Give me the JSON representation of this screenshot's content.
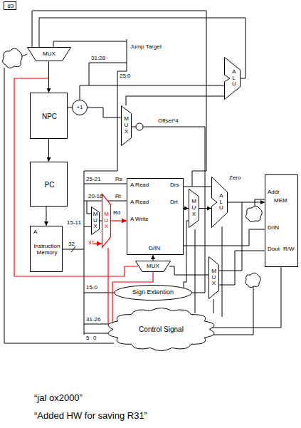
{
  "diagram": {
    "nodes": [
      {
        "text": [
          "83"
        ]
      },
      {
        "text": [
          "MUX"
        ]
      },
      {
        "text": [
          "A L U"
        ]
      },
      {
        "text": [
          "NPC"
        ]
      },
      {
        "text": [
          "+1"
        ]
      },
      {
        "text": [
          "M U X"
        ]
      },
      {
        "text": [
          "PC"
        ]
      },
      {
        "text": [
          "A Read",
          "Drs",
          "A Read",
          "Drt",
          "A Write",
          "D/IN"
        ]
      },
      {
        "text": [
          "M U X"
        ]
      },
      {
        "text": [
          "A L U"
        ]
      },
      {
        "text": [
          "Addr",
          "MEM",
          "D/IN",
          "Dout",
          "R/W"
        ]
      },
      {
        "text": [
          "M U X"
        ]
      },
      {
        "text": [
          "M U X"
        ]
      },
      {
        "text": [
          "A",
          "Instruction Memory"
        ]
      },
      {
        "text": [
          "MUX"
        ]
      },
      {
        "text": [
          "M U X"
        ]
      },
      {
        "text": [
          "Sign Extention"
        ]
      },
      {
        "text": [
          "Control Signal"
        ]
      }
    ],
    "edges": [
      {
        "from": 1,
        "to": 3,
        "arrow": "to"
      },
      {
        "from": 3,
        "to": 6,
        "arrow": "to"
      },
      {
        "from": 6,
        "to": 13,
        "arrow": "to"
      },
      {
        "from": 3,
        "to": 4,
        "arrow": "none"
      },
      {
        "from": 11,
        "to": 12,
        "arrow": "none"
      },
      {
        "from": 12,
        "to": 7,
        "arrow": "to"
      },
      {
        "from": 14,
        "to": 7,
        "arrow": "to"
      },
      {
        "from": 7,
        "to": 8,
        "arrow": "to"
      },
      {
        "from": 8,
        "to": 9,
        "arrow": "to"
      },
      {
        "from": 9,
        "to": 10,
        "arrow": "to"
      }
    ],
    "labels": [
      "Jump Target",
      "31:28",
      "25:0",
      "Offset*4",
      "Zero",
      "25-21",
      "Rs",
      "20-16",
      "Rt",
      "15-11",
      "Rd",
      "31",
      "32",
      "15-0",
      "31-26",
      "5",
      "0",
      "“jal ox2000”",
      "“Added HW for saving R31”"
    ]
  }
}
